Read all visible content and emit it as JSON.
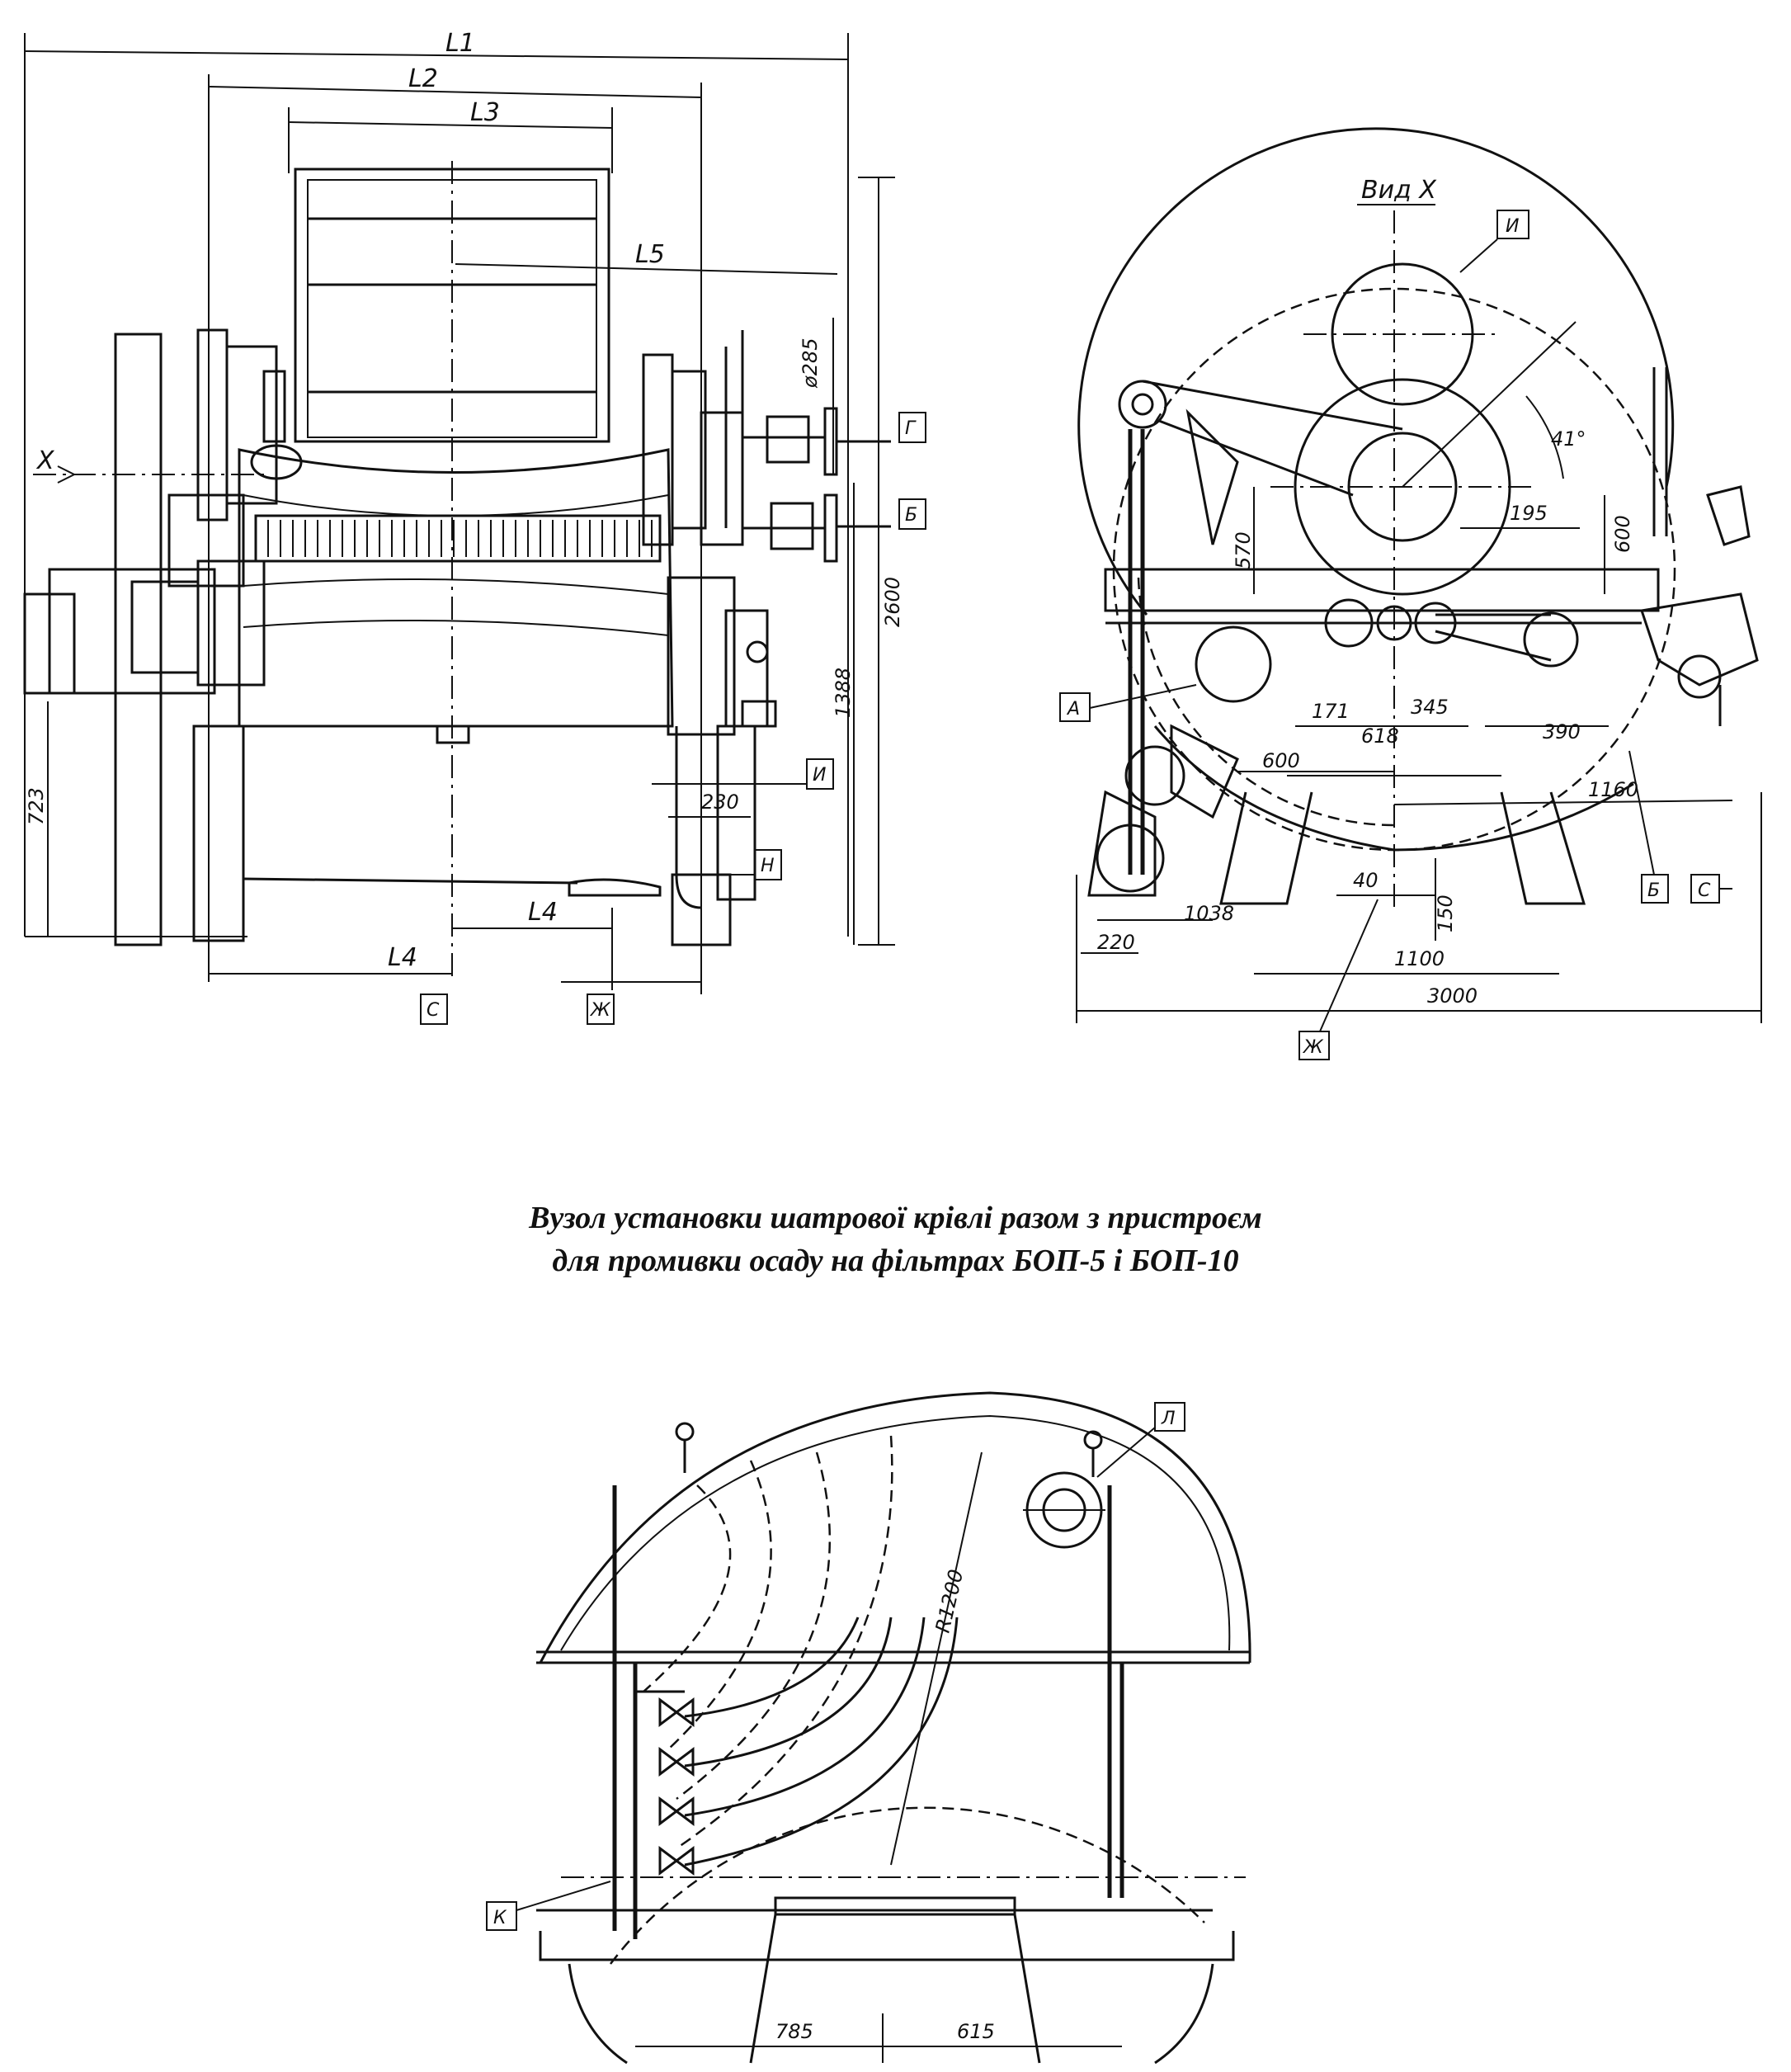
{
  "caption": {
    "line1": "Вузол установки шатрової крівлі разом з пристроєм",
    "line2": "для промивки осаду на фільтрах БОП-5 і БОП-10"
  },
  "side_view": {
    "dims": {
      "L1": "L1",
      "L2": "L2",
      "L3": "L3",
      "L4a": "L4",
      "L4b": "L4",
      "L5": "L5",
      "d285": "ø285",
      "h2600": "2600",
      "h1388": "1388",
      "h723": "723",
      "w230": "230"
    },
    "tags": {
      "G": "Г",
      "B": "Б",
      "I": "И",
      "N": "Н",
      "S": "С",
      "Zh": "Ж"
    },
    "arrow_label": "X"
  },
  "end_view": {
    "title": "Вид X",
    "dims": {
      "a41": "41°",
      "d570": "570",
      "d195": "195",
      "d600a": "600",
      "d171": "171",
      "d345": "345",
      "d618": "618",
      "d390": "390",
      "d600b": "600",
      "d1160": "1160",
      "d40": "40",
      "d150": "150",
      "d1038": "1038",
      "d220": "220",
      "d1100": "1100",
      "d3000": "3000"
    },
    "tags": {
      "I": "И",
      "A": "А",
      "B": "Б",
      "S": "С",
      "Zh": "Ж"
    }
  },
  "roof_view": {
    "dims": {
      "r1200": "R1200",
      "d785": "785",
      "d615": "615"
    },
    "tags": {
      "L": "Л",
      "K": "К"
    }
  }
}
